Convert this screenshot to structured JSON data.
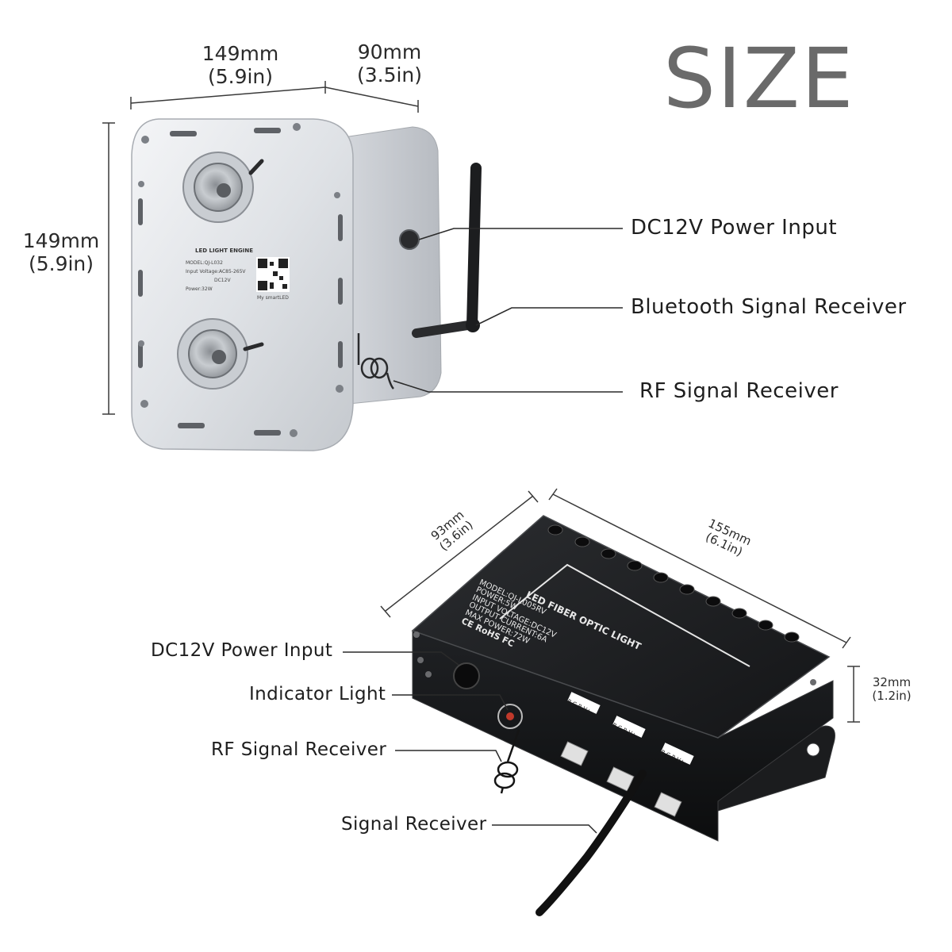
{
  "title": "SIZE",
  "top_unit": {
    "width": {
      "mm": "149mm",
      "in": "(5.9in)"
    },
    "depth": {
      "mm": "90mm",
      "in": "(3.5in)"
    },
    "height": {
      "mm": "149mm",
      "in": "(5.9in)"
    },
    "panel_text": {
      "engine": "LED LIGHT ENGINE",
      "model": "MODEL:QJ-L032",
      "input": "Input Voltage:AC85-265V",
      "dc": "DC12V",
      "power": "Power:32W",
      "app": "My smartLED"
    },
    "callouts": {
      "power_input": "DC12V Power Input",
      "bluetooth": "Bluetooth Signal Receiver",
      "rf": "RF Signal Receiver"
    }
  },
  "bottom_unit": {
    "depth": {
      "mm": "93mm",
      "in": "(3.6in)"
    },
    "length": {
      "mm": "155mm",
      "in": "(6.1in)"
    },
    "height": {
      "mm": "32mm",
      "in": "(1.2in)"
    },
    "lid_text": {
      "heading": "LED FIBER OPTIC LIGHT",
      "model": "MODEL:QJ-L005RV",
      "power": "POWER:5W",
      "input": "INPUT VOLTAGE:DC12V",
      "output": "OUTPUT CURRENT:6A",
      "max": "MAX POWER:72W",
      "marks": "CE RoHS FC"
    },
    "port_label": "B G R V+",
    "callouts": {
      "power_input": "DC12V Power Input",
      "indicator": "Indicator Light",
      "rf": "RF Signal Receiver",
      "signal": "Signal Receiver"
    }
  }
}
